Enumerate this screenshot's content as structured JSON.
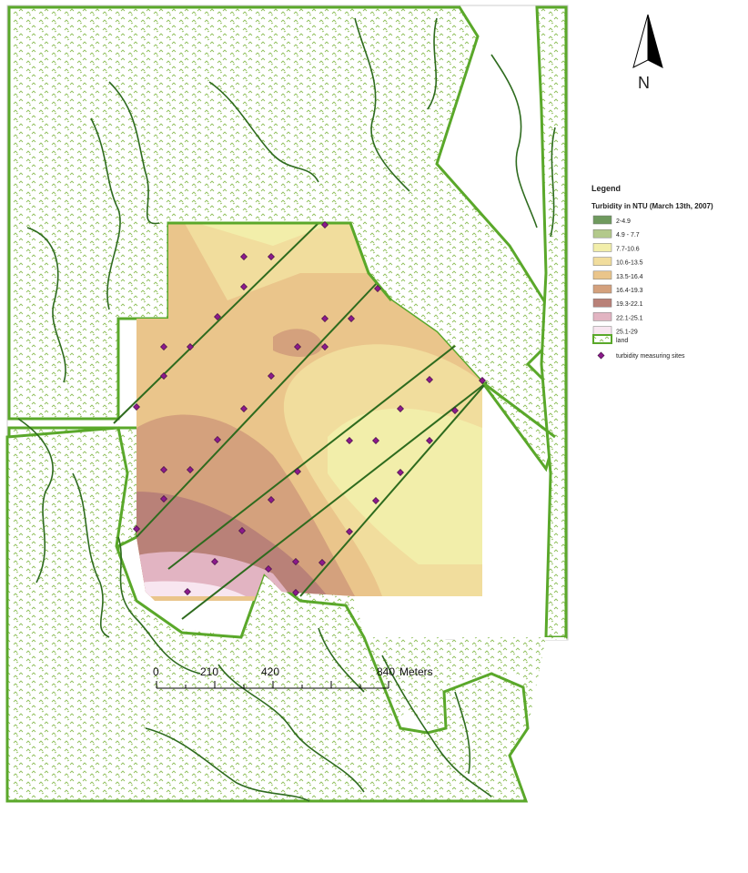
{
  "north_arrow": {
    "label": "N"
  },
  "legend": {
    "title": "Legend",
    "subtitle": "Turbidity in NTU (March 13th, 2007)",
    "classes": [
      {
        "label": "2-4.9",
        "color": "#6f9a5e"
      },
      {
        "label": "4.9 - 7.7",
        "color": "#b3c98b"
      },
      {
        "label": "7.7-10.6",
        "color": "#f2eeaa"
      },
      {
        "label": "10.6-13.5",
        "color": "#f1dd9d"
      },
      {
        "label": "13.5-16.4",
        "color": "#eac58b"
      },
      {
        "label": "16.4-19.3",
        "color": "#d4a17d"
      },
      {
        "label": "19.3-22.1",
        "color": "#b98178"
      },
      {
        "label": "22.1-25.1",
        "color": "#e2b4c2"
      },
      {
        "label": "25.1-29",
        "color": "#f8e6f0"
      }
    ],
    "land_label": "land",
    "sites_label": "turbidity measuring sites",
    "land_fill": "#ffffff",
    "land_pattern": "#8fbf5a",
    "land_outline": "#5aa82a",
    "channel_color": "#2e6b1e",
    "site_color": "#8b1a8b"
  },
  "scale_bar": {
    "unit": "Meters",
    "ticks": [
      "0",
      "210",
      "420",
      "840"
    ]
  }
}
